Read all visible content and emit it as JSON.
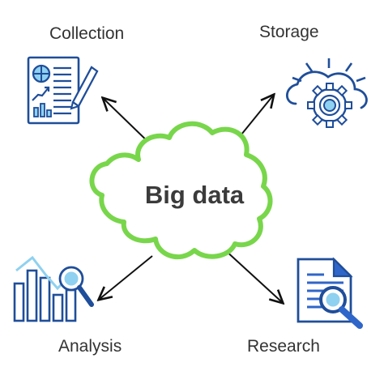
{
  "diagram": {
    "center": "Big data",
    "nodes": [
      {
        "id": "collection",
        "label": "Collection",
        "icon": "document-report-icon"
      },
      {
        "id": "storage",
        "label": "Storage",
        "icon": "cloud-gear-icon"
      },
      {
        "id": "analysis",
        "label": "Analysis",
        "icon": "bar-chart-magnifier-icon"
      },
      {
        "id": "research",
        "label": "Research",
        "icon": "document-magnifier-icon"
      }
    ]
  },
  "colors": {
    "cloud_stroke": "#78d64b",
    "icon_navy": "#1f4e9a",
    "icon_blue": "#2f66c9",
    "icon_light": "#8fd1f0",
    "text": "#333333"
  }
}
